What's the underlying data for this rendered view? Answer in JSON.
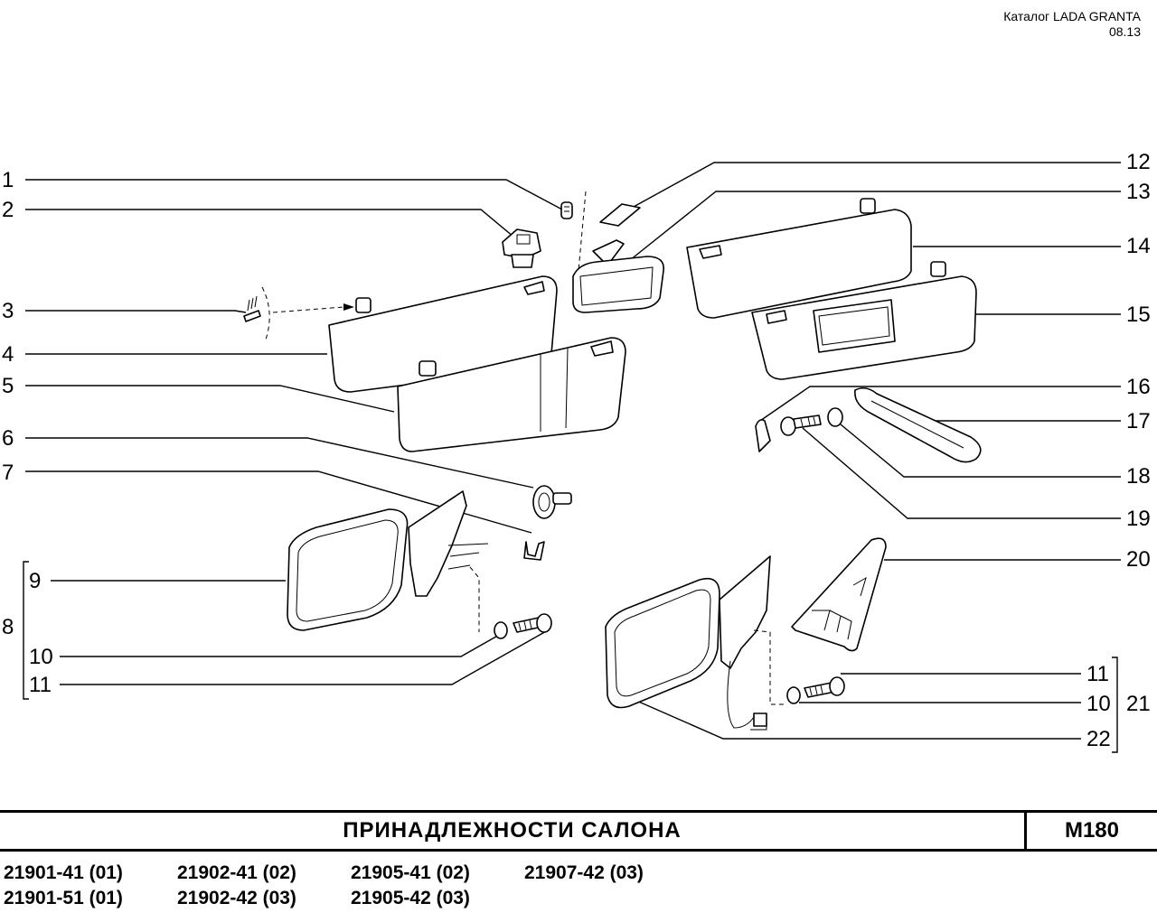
{
  "header": {
    "catalog": "Каталог  LADA  GRANTA",
    "date": "08.13"
  },
  "callouts_left": [
    "1",
    "2",
    "3",
    "4",
    "5",
    "6",
    "7",
    "8",
    "9",
    "10",
    "11"
  ],
  "callouts_right": [
    "12",
    "13",
    "14",
    "15",
    "16",
    "17",
    "18",
    "19",
    "20",
    "11",
    "10",
    "21",
    "22"
  ],
  "footer": {
    "title": "ПРИНАДЛЕЖНОСТИ   САЛОНА",
    "code": "М180",
    "models_row1": [
      "21901-41 (01)",
      "21902-41 (02)",
      "21905-41 (02)",
      "21907-42 (03)"
    ],
    "models_row2": [
      "21901-51 (01)",
      "21902-42 (03)",
      "21905-42 (03)"
    ]
  }
}
